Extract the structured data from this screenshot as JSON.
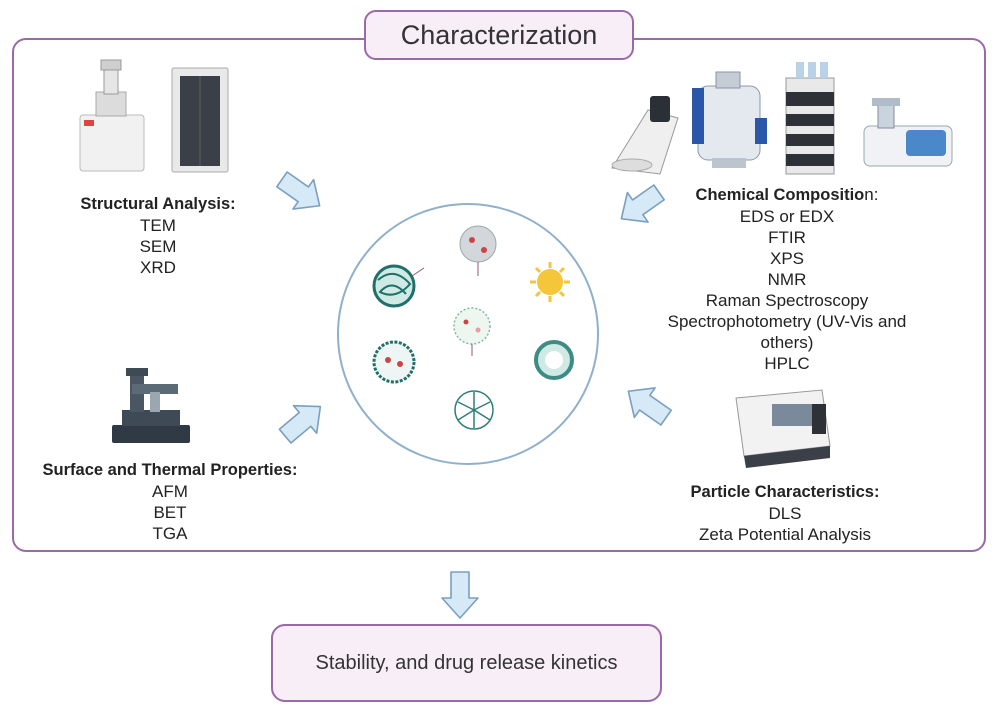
{
  "title": "Characterization",
  "output": "Stability, and drug release kinetics",
  "structural": {
    "heading": "Structural Analysis:",
    "items": [
      "TEM",
      "SEM",
      "XRD"
    ]
  },
  "surface": {
    "heading": "Surface and Thermal Properties:",
    "items": [
      "AFM",
      "BET",
      "TGA"
    ]
  },
  "chemical": {
    "heading_bold": "Chemical Compositio",
    "heading_rest": "n:",
    "items": [
      "EDS or EDX",
      "FTIR",
      "XPS",
      "NMR",
      "Raman Spectroscopy",
      "Spectrophotometry (UV-Vis and",
      "others)",
      "HPLC"
    ]
  },
  "particle": {
    "heading": "Particle Characteristics:",
    "items": [
      "DLS",
      "Zeta Potential Analysis"
    ]
  },
  "colors": {
    "frame": "#9a6aa8",
    "box_fill": "#f7eef8",
    "arrow_fill": "#d6e9f6",
    "arrow_stroke": "#7a9fc0"
  }
}
